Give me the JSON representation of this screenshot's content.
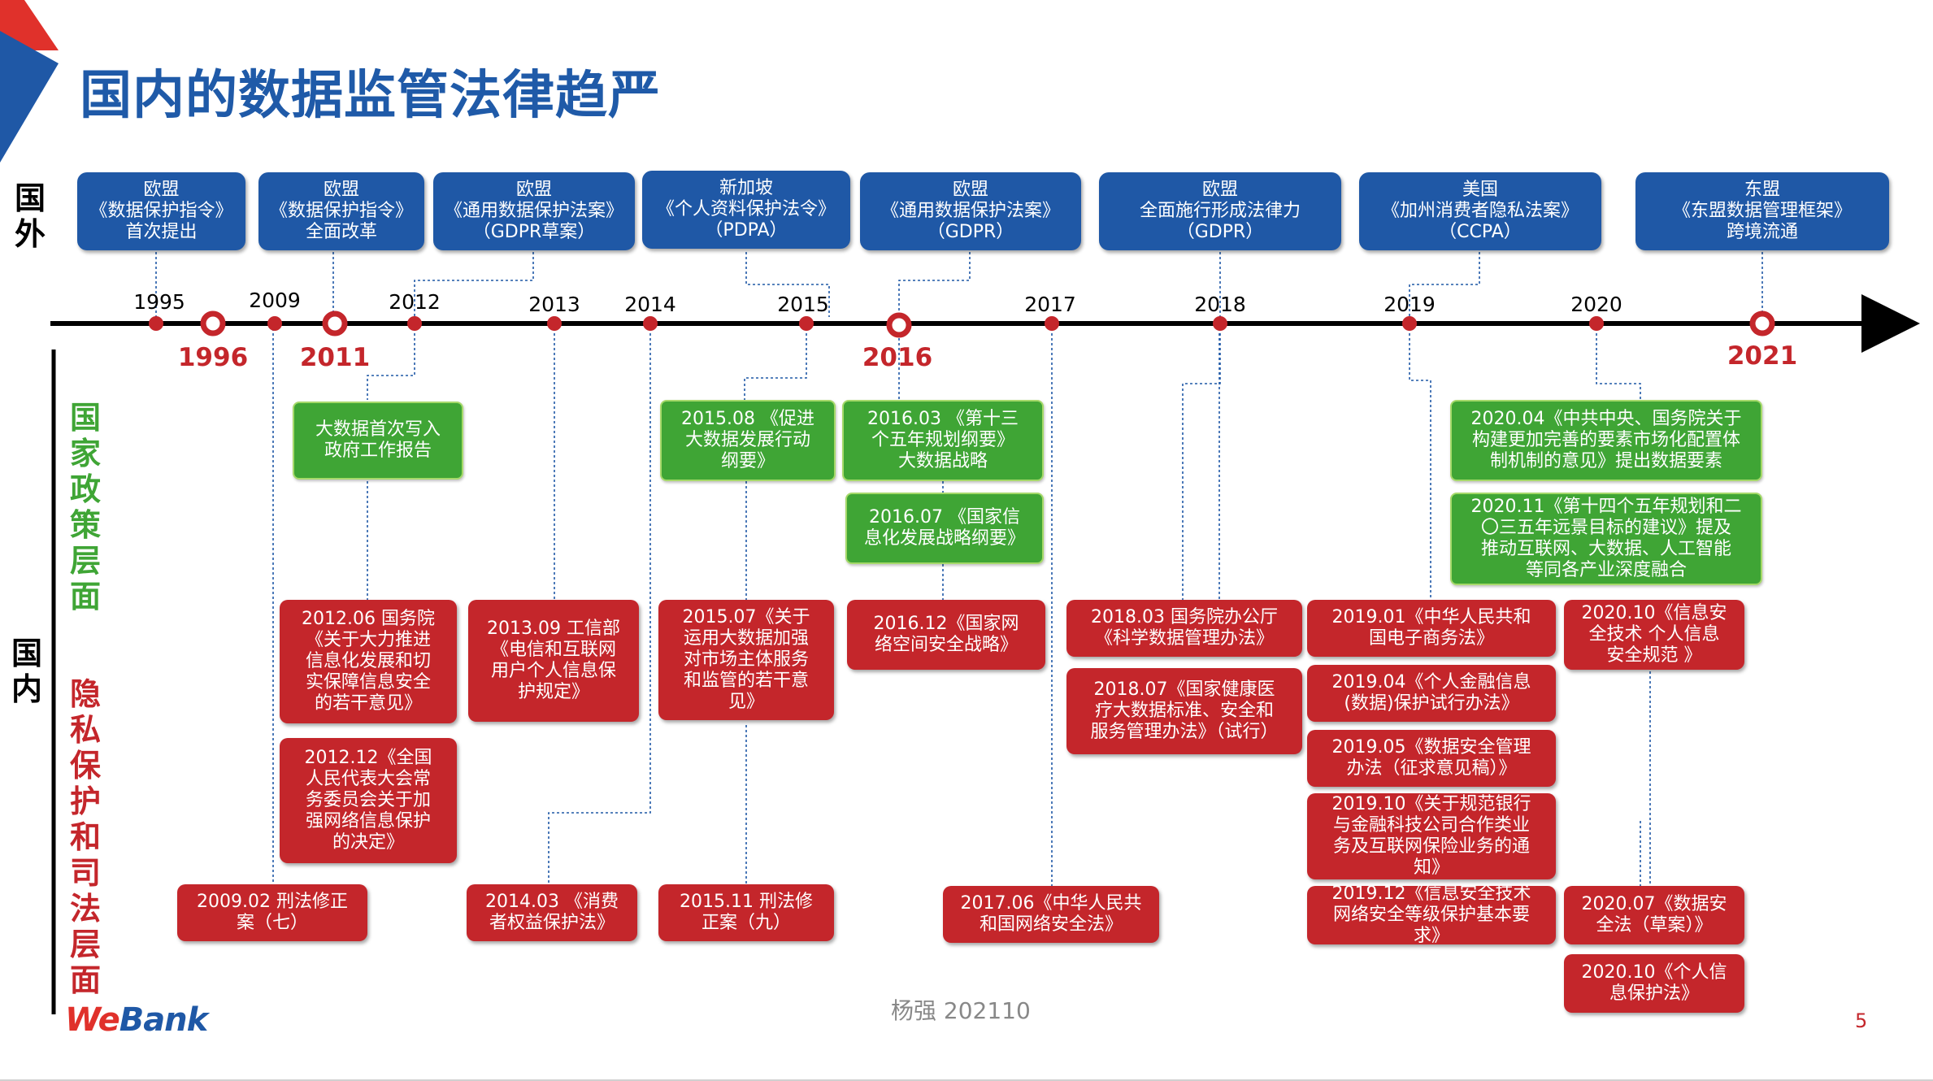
{
  "title": "国内的数据监管法律趋严",
  "labels": {
    "abroad": "国\n外",
    "domestic": "国\n内",
    "policy": "国\n家\n政\n策\n层\n面",
    "privacy": "隐\n私\n保\n护\n和\n司\n法\n层\n面"
  },
  "colors": {
    "title": "#1f5aa8",
    "blue": "#1f58a6",
    "green": "#3fa535",
    "red": "#c4262b"
  },
  "timeline": {
    "years": [
      "1995",
      "2009",
      "2012",
      "2013",
      "2014",
      "2015",
      "2017",
      "2018",
      "2019",
      "2020"
    ],
    "highlight_years": [
      "1996",
      "2011",
      "2016",
      "2021"
    ]
  },
  "international": [
    "欧盟\n《数据保护指令》\n首次提出",
    "欧盟\n《数据保护指令》\n全面改革",
    "欧盟\n《通用数据保护法案》\n（GDPR草案）",
    "新加坡\n《个人资料保护法令》\n（PDPA）",
    "欧盟\n《通用数据保护法案》\n（GDPR）",
    "欧盟\n全面施行形成法律力\n（GDPR）",
    "美国\n《加州消费者隐私法案》\n（CCPA）",
    "东盟\n《东盟数据管理框架》\n跨境流通"
  ],
  "policy": [
    "大数据首次写入\n政府工作报告",
    "2015.08 《促进\n大数据发展行动\n纲要》",
    "2016.03 《第十三\n个五年规划纲要》\n大数据战略",
    "2016.07 《国家信\n息化发展战略纲要》",
    "2020.04《中共中央、国务院关于\n构建更加完善的要素市场化配置体\n制机制的意见》提出数据要素",
    "2020.11《第十四个五年规划和二\n〇三五年远景目标的建议》提及\n推动互联网、大数据、人工智能\n等同各产业深度融合"
  ],
  "privacy": [
    "2012.06 国务院\n《关于大力推进\n信息化发展和切\n实保障信息安全\n的若干意见》",
    "2012.12《全国\n人民代表大会常\n务委员会关于加\n强网络信息保护\n的决定》",
    "2009.02 刑法修正\n案（七）",
    "2013.09 工信部\n《电信和互联网\n用户个人信息保\n护规定》",
    "2014.03 《消费\n者权益保护法》",
    "2015.07《关于\n运用大数据加强\n对市场主体服务\n和监管的若干意\n见》",
    "2015.11 刑法修\n正案（九）",
    "2016.12《国家网\n络空间安全战略》",
    "2017.06《中华人民共\n和国网络安全法》",
    "2018.03 国务院办公厅\n《科学数据管理办法》",
    "2018.07《国家健康医\n疗大数据标准、安全和\n服务管理办法》（试行）",
    "2019.01《中华人民共和\n国电子商务法》",
    "2019.04《个人金融信息\n(数据)保护试行办法》",
    "2019.05《数据安全管理\n办法（征求意见稿）》",
    "2019.10《关于规范银行\n与金融科技公司合作类业\n务及互联网保险业务的通\n知》",
    "2019.12《信息安全技术\n网络安全等级保护基本要\n求》",
    "2020.10《信息安\n全技术 个人信息\n安全规范 》",
    "2020.07《数据安\n全法（草案）》",
    "2020.10《个人信\n息保护法》"
  ],
  "footer": {
    "author": "杨强 202110",
    "page": "5",
    "logo_we": "We",
    "logo_bank": "Bank"
  }
}
